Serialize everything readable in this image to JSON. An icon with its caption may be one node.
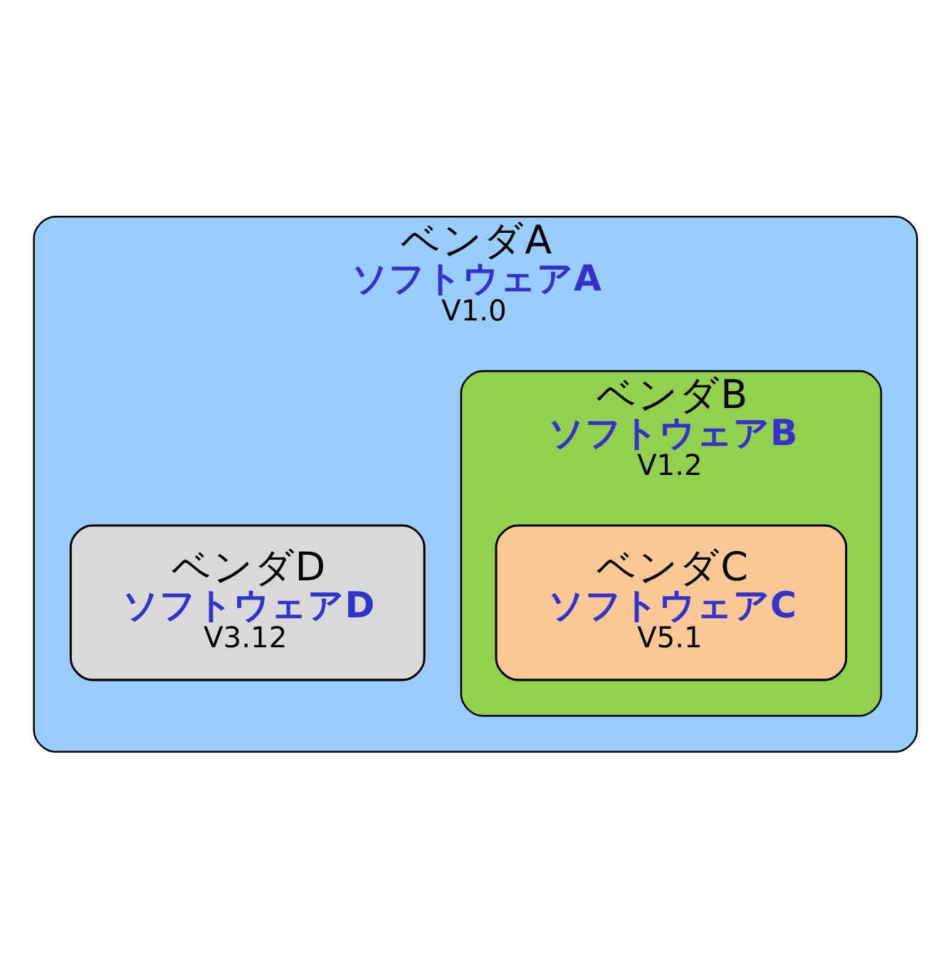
{
  "diagram": {
    "nodes": [
      {
        "text": [
          "ベンダA",
          "ソフトウェアA",
          "V1.0"
        ]
      },
      {
        "text": [
          "ベンダB",
          "ソフトウェアB",
          "V1.2"
        ],
        "in": 0
      },
      {
        "text": [
          "ベンダC",
          "ソフトウェアC",
          "V5.1"
        ],
        "in": 1
      },
      {
        "text": [
          "ベンダD",
          "ソフトウェアD",
          "V3.12"
        ],
        "in": 0
      }
    ]
  }
}
